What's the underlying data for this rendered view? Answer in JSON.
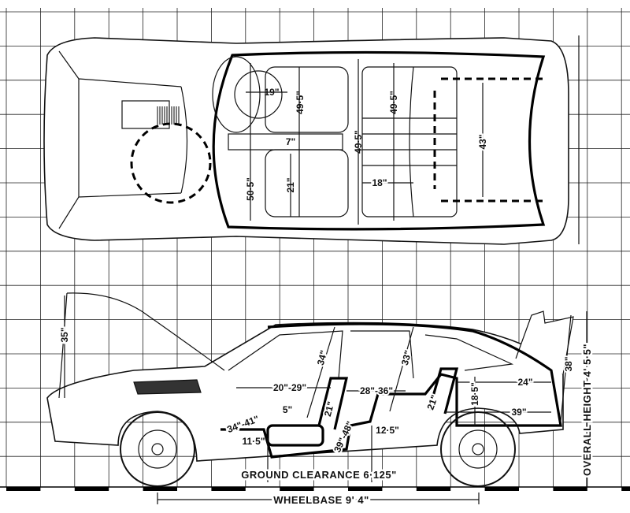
{
  "title": "Car dimensions drawing - plan and side elevation",
  "plan_view": {
    "labels": {
      "steering_to_seat": "19\"",
      "front_seat_height_left": "49·5\"",
      "console_width": "7\"",
      "seat_width": "21\"",
      "front_width": "50·5\"",
      "centre_width": "49·5\"",
      "rear_width": "49·5\"",
      "rear_seat_depth": "18\"",
      "boot_width": "43\""
    }
  },
  "side_view": {
    "labels": {
      "bonnet_height": "35\"",
      "front_headroom": "34\"",
      "front_legroom": "20\"-29\"",
      "front_seat_gap": "5\"",
      "pedal_reach": "34\"-41\"",
      "front_seat_floor": "11·5\"",
      "front_backrest": "21\"",
      "rear_legroom": "39\"-48\"",
      "knee_room": "28\"-36\"",
      "rear_headroom": "33\"",
      "rear_seat_floor": "12·5\"",
      "rear_backrest": "21\"",
      "boot_height": "18·5\"",
      "boot_length_top": "24\"",
      "boot_length_floor": "39\"",
      "tailgate_opening": "38\""
    },
    "overall_height": "OVERALL HEIGHT  4' 5·5\"",
    "ground_clearance": "GROUND CLEARANCE  6·125\"",
    "wheelbase": "WHEELBASE  9' 4\""
  }
}
